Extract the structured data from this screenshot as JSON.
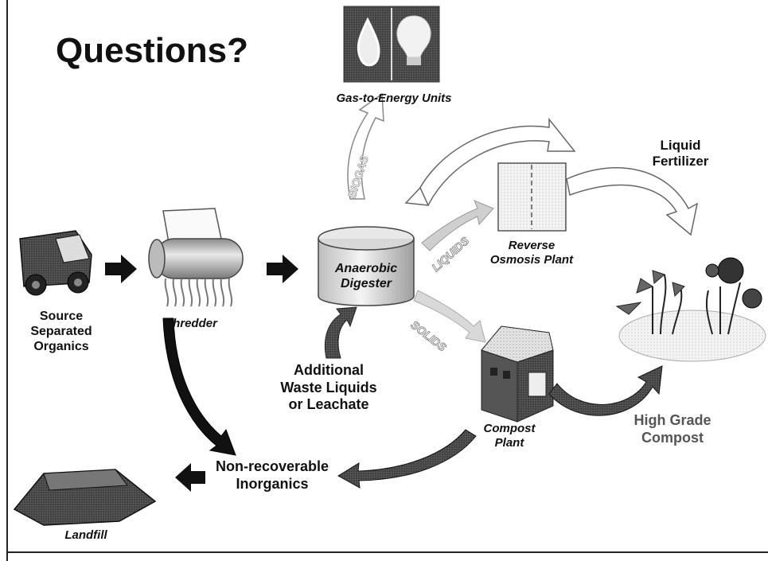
{
  "title": "Questions?",
  "labels": {
    "gas_to_energy": "Gas-to-Energy Units",
    "liquid_fertilizer": "Liquid\nFertilizer",
    "reverse_osmosis": "Reverse\nOsmosis Plant",
    "anaerobic_digester": "Anaerobic\nDigester",
    "source_organics": "Source\nSeparated\nOrganics",
    "shredder": "Shredder",
    "additional_liquids": "Additional\nWaste Liquids\nor Leachate",
    "compost_plant": "Compost\nPlant",
    "high_grade_compost": "High Grade\nCompost",
    "non_recoverable": "Non-recoverable\nInorganics",
    "landfill": "Landfill"
  },
  "arrow_labels": {
    "biogas": "BIOGAS",
    "liquids": "LIQUIDS",
    "solids": "SOLIDS"
  },
  "icons": [
    "garbage-truck-icon",
    "shredder-icon",
    "digester-tank-icon",
    "gas-flame-icon",
    "light-bulb-icon",
    "reverse-osmosis-icon",
    "compost-building-icon",
    "plants-icon",
    "landfill-icon"
  ]
}
